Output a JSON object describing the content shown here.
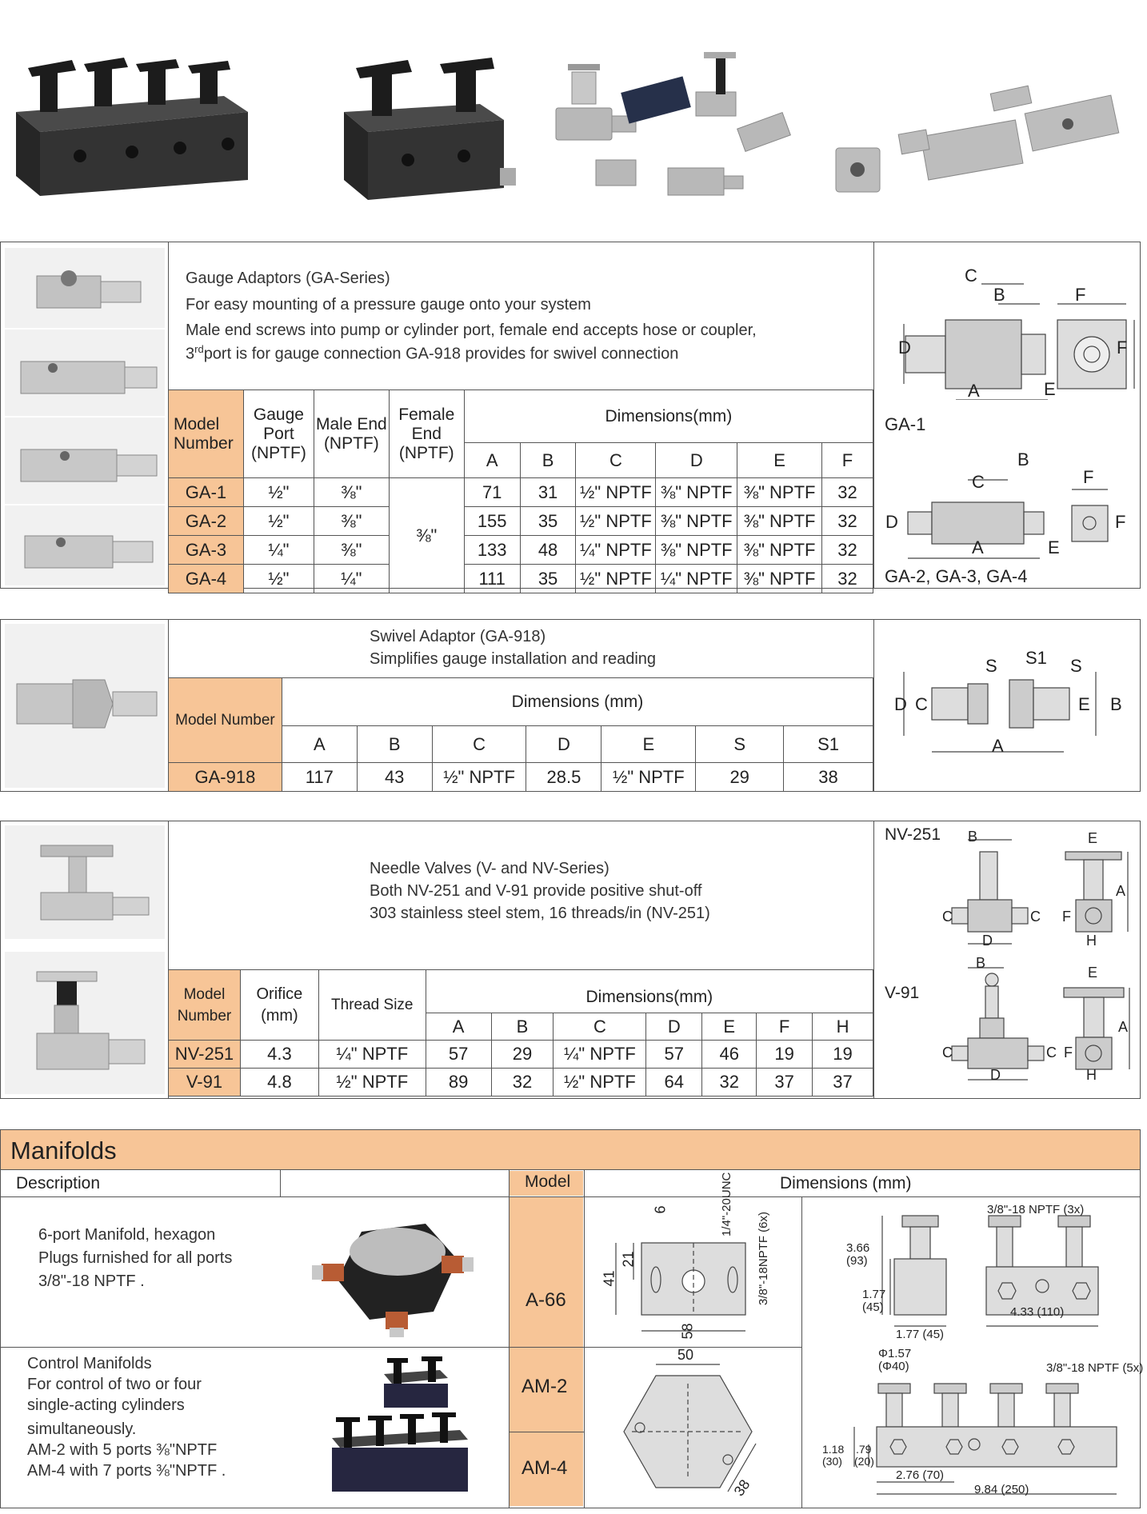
{
  "top_photos": [
    {
      "name": "four-valve-manifold-photo"
    },
    {
      "name": "two-valve-manifold-photo"
    },
    {
      "name": "needle-valves-and-adaptors-photo"
    },
    {
      "name": "gauge-adaptors-photo"
    }
  ],
  "gauge_adaptors": {
    "title": "Gauge Adaptors (GA-Series)",
    "line1": "For easy mounting of a pressure gauge onto your system",
    "line2": "Male end screws into pump or cylinder port, female end accepts hose or coupler,",
    "line3_prefix": "3",
    "line3_sup": "rd",
    "line3_rest": "port is for gauge connection  GA-918 provides for swivel connection",
    "headers": {
      "model": "Model Number",
      "gauge_port": "Gauge Port (NPTF)",
      "male_end": "Male End (NPTF)",
      "female_end": "Female End (NPTF)",
      "dimensions": "Dimensions(mm)",
      "cols": [
        "A",
        "B",
        "C",
        "D",
        "E",
        "F"
      ]
    },
    "female_end_shared": "⅜\"",
    "rows": [
      {
        "model": "GA-1",
        "gauge": "½\"",
        "male": "⅜\"",
        "a": "71",
        "b": "31",
        "c": "½\" NPTF",
        "d": "⅜\" NPTF",
        "e": "⅜\" NPTF",
        "f": "32"
      },
      {
        "model": "GA-2",
        "gauge": "½\"",
        "male": "⅜\"",
        "a": "155",
        "b": "35",
        "c": "½\" NPTF",
        "d": "⅜\" NPTF",
        "e": "⅜\" NPTF",
        "f": "32"
      },
      {
        "model": "GA-3",
        "gauge": "¼\"",
        "male": "⅜\"",
        "a": "133",
        "b": "48",
        "c": "¼\" NPTF",
        "d": "⅜\" NPTF",
        "e": "⅜\" NPTF",
        "f": "32"
      },
      {
        "model": "GA-4",
        "gauge": "½\"",
        "male": "¼\"",
        "a": "111",
        "b": "35",
        "c": "½\" NPTF",
        "d": "¼\" NPTF",
        "e": "⅜\" NPTF",
        "f": "32"
      }
    ],
    "diagram1_label": "GA-1",
    "diagram2_label": "GA-2, GA-3, GA-4",
    "dim_letters": {
      "a": "A",
      "b": "B",
      "c": "C",
      "d": "D",
      "e": "E",
      "f": "F"
    }
  },
  "swivel": {
    "title": "Swivel Adaptor (GA-918)",
    "subtitle": "Simplifies gauge installation and reading",
    "model_header": "Model Number",
    "dimensions": "Dimensions  (mm)",
    "cols": [
      "A",
      "B",
      "C",
      "D",
      "E",
      "S",
      "S1"
    ],
    "row": {
      "model": "GA-918",
      "values": [
        "117",
        "43",
        "½\" NPTF",
        "28.5",
        "½\" NPTF",
        "29",
        "38"
      ]
    },
    "dim_letters": {
      "s": "S",
      "s1": "S1"
    }
  },
  "needle": {
    "title": "Needle Valves (V- and NV-Series)",
    "line1": "Both NV-251 and V-91 provide positive shut-off",
    "line2": "303 stainless steel stem, 16 threads/in (NV-251)",
    "headers": {
      "model": "Model Number",
      "orifice": "Orifice (mm)",
      "thread": "Thread Size",
      "dimensions": "Dimensions(mm)",
      "cols": [
        "A",
        "B",
        "C",
        "D",
        "E",
        "F",
        "H"
      ]
    },
    "rows": [
      {
        "model": "NV-251",
        "orifice": "4.3",
        "thread": "¼\" NPTF",
        "values": [
          "57",
          "29",
          "¼\" NPTF",
          "57",
          "46",
          "19",
          "19"
        ]
      },
      {
        "model": "V-91",
        "orifice": "4.8",
        "thread": "½\" NPTF",
        "values": [
          "89",
          "32",
          "½\" NPTF",
          "64",
          "32",
          "37",
          "37"
        ]
      }
    ],
    "diagram1_label": "NV-251",
    "diagram2_label": "V-91",
    "dim_letters": {
      "h": "H"
    }
  },
  "manifolds": {
    "title": "Manifolds",
    "col_description": "Description",
    "col_model": "Model",
    "col_dimensions": "Dimensions   (mm)",
    "a66": {
      "line1": "6-port Manifold, hexagon",
      "line2": "Plugs furnished for all ports",
      "line3": "3/8\"-18 NPTF .",
      "model": "A-66",
      "dims": {
        "d6": "6",
        "d21": "21",
        "d41": "41",
        "d58": "58",
        "unc": "1/4\"-20UNC",
        "nptf6": "3/8\"-18NPTF (6x)"
      }
    },
    "control": {
      "line1": "Control Manifolds",
      "line2": "For control of two or four",
      "line3": "single-acting cylinders",
      "line4": "simultaneously.",
      "line5": "AM-2  with 5 ports  ⅜\"NPTF",
      "line6": "AM-4  with 7 ports  ⅜\"NPTF .",
      "model_am2": "AM-2",
      "model_am4": "AM-4",
      "dims_hex": {
        "d50": "50",
        "d38": "38"
      },
      "am2_dims": {
        "h1": "3.66",
        "h1mm": "(93)",
        "h2": "1.77",
        "h2mm": "(45)",
        "w1": "1.77 (45)",
        "w2": "4.33 (110)",
        "port": "3/8\"-18 NPTF (3x)"
      },
      "am4_dims": {
        "phi": "Φ1.57",
        "phimm": "(Φ40)",
        "port": "3/8\"-18 NPTF (5x)",
        "v1": "1.18",
        "v1mm": "(30)",
        "v2": ".79",
        "v2mm": "(20)",
        "w1": "2.76 (70)",
        "w2": "9.84 (250)"
      }
    }
  }
}
